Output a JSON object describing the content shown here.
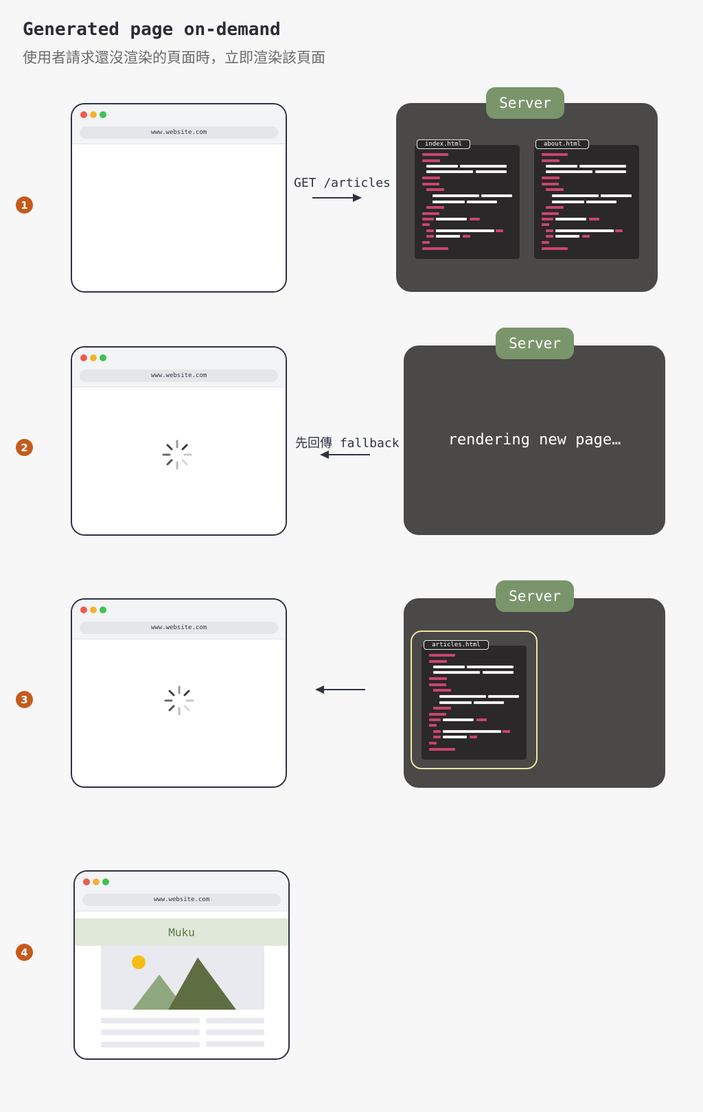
{
  "header": {
    "title": "Generated page on-demand",
    "subtitle": "使用者請求還沒渲染的頁面時，立即渲染該頁面"
  },
  "steps": [
    "1",
    "2",
    "3",
    "4"
  ],
  "browser": {
    "url": "www.website.com"
  },
  "server": {
    "label": "Server"
  },
  "step1": {
    "request_label": "GET /articles",
    "files": [
      "index.html",
      "about.html"
    ]
  },
  "step2": {
    "response_label": "先回傳 fallback",
    "server_status": "rendering new page…"
  },
  "step3": {
    "files": [
      "articles.html"
    ]
  },
  "step4": {
    "site_name": "Muku"
  },
  "colors": {
    "server_bg": "#4b4848",
    "server_label": "#7a956b",
    "step_badge": "#c65a1c",
    "code_tag": "#c9456e",
    "highlight_border": "#e8e8a0"
  },
  "icons": [
    "loading-spinner-icon",
    "image-placeholder-icon",
    "arrow-right-icon",
    "arrow-left-icon"
  ]
}
